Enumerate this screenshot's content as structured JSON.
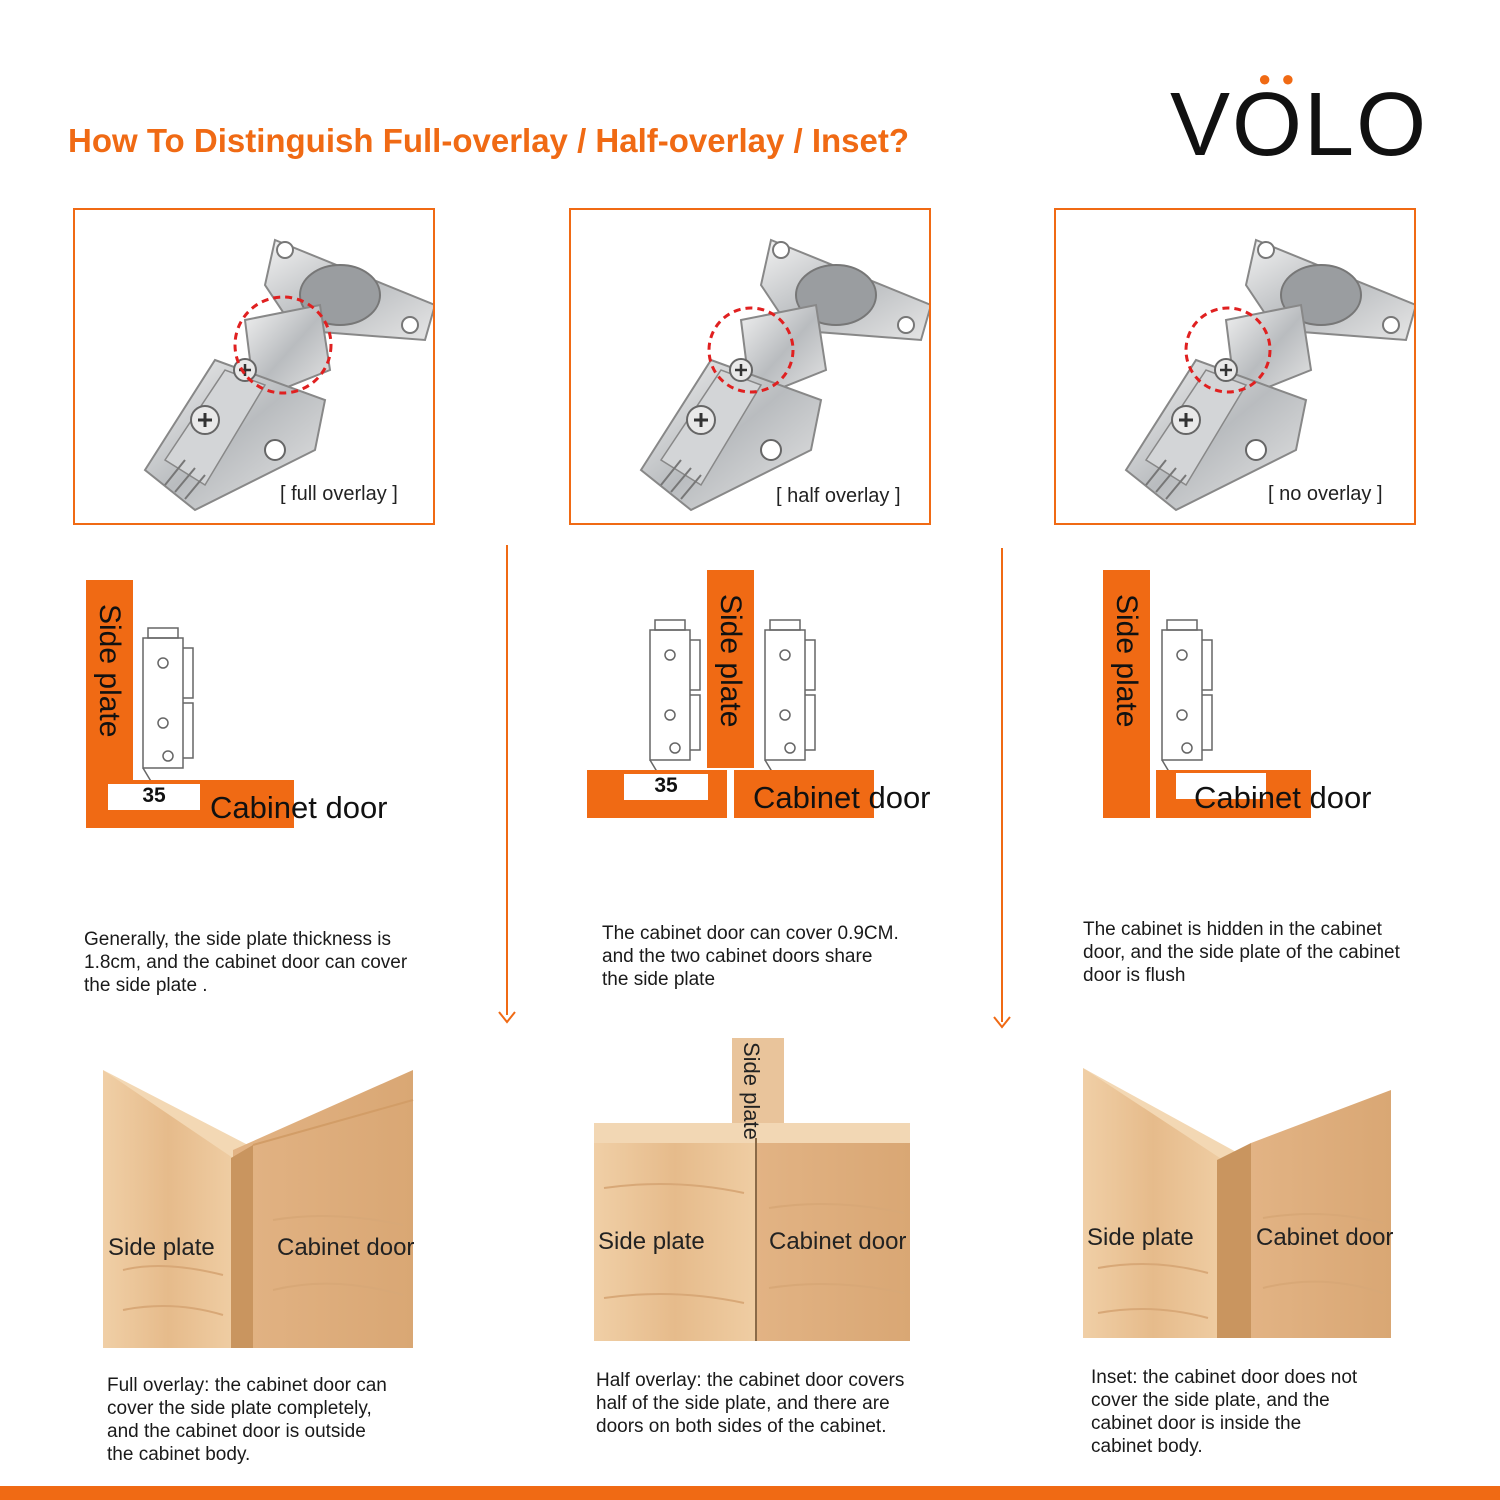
{
  "brand": {
    "logo": "VOLO"
  },
  "title": "How To Distinguish Full-overlay / Half-overlay / Inset?",
  "columns": [
    {
      "photo_caption": "[ full overlay ]",
      "side_plate": "Side plate",
      "dimension": "35",
      "door": "Cabinet door",
      "description": "Generally, the side plate thickness is 1.8cm, and the cabinet door can cover the side plate .",
      "wood_left": "Side plate",
      "wood_right": "Cabinet door",
      "summary": "Full overlay: the cabinet door can cover the side plate completely, and the cabinet door is outside the cabinet body."
    },
    {
      "photo_caption": "[ half overlay ]",
      "side_plate": "Side plate",
      "dimension": "35",
      "door": "Cabinet door",
      "description": "The cabinet door can cover 0.9CM. and the two cabinet doors share the side plate",
      "wood_top": "Side plate",
      "wood_left": "Side plate",
      "wood_right": "Cabinet door",
      "summary": "Half overlay: the cabinet door covers half of the side plate, and there are doors on both sides of the cabinet."
    },
    {
      "photo_caption": "[ no overlay ]",
      "side_plate": "Side plate",
      "door": "Cabinet door",
      "description": "The cabinet is hidden in the cabinet door, and the side plate of the cabinet door is flush",
      "wood_left": "Side plate",
      "wood_right": "Cabinet door",
      "summary": "Inset: the cabinet door does not cover the side plate, and the cabinet door is inside the cabinet body."
    }
  ],
  "colors": {
    "accent": "#f06a14",
    "wood": "#e9c196"
  }
}
